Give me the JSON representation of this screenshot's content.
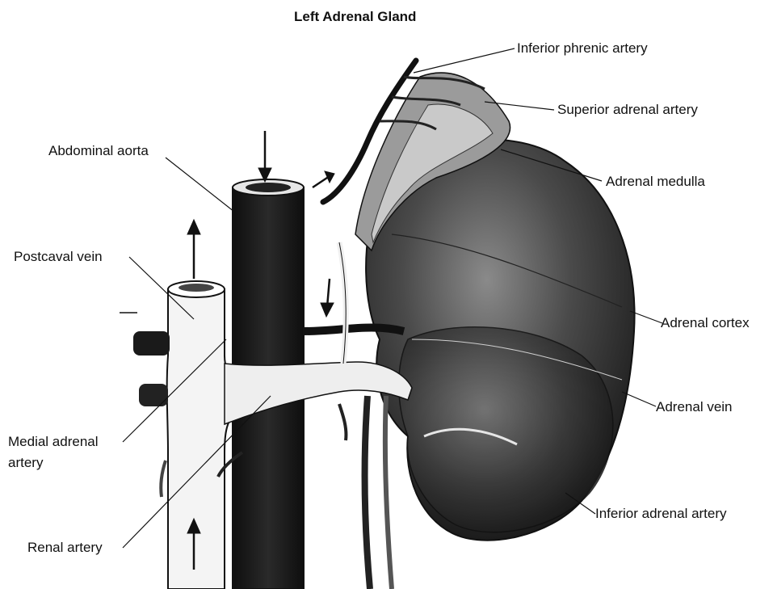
{
  "diagram": {
    "title": "Left Adrenal Gland",
    "labels": {
      "inferior_phrenic_artery": "Inferior phrenic artery",
      "superior_adrenal_artery": "Superior adrenal artery",
      "abdominal_aorta": "Abdominal aorta",
      "adrenal_medulla": "Adrenal medulla",
      "postcaval_vein": "Postcaval vein",
      "adrenal_cortex": "Adrenal cortex",
      "adrenal_vein": "Adrenal vein",
      "medial_adrenal_artery_line1": "Medial adrenal",
      "medial_adrenal_artery_line2": "artery",
      "renal_artery": "Renal artery",
      "inferior_adrenal_artery": "Inferior adrenal artery"
    },
    "colors": {
      "ink": "#111111",
      "vessel_dark": "#1a1a1a",
      "vessel_light": "#f4f4f4",
      "gland_dark": "#222222",
      "gland_mid": "#5a5a5a",
      "background": "#ffffff"
    }
  }
}
